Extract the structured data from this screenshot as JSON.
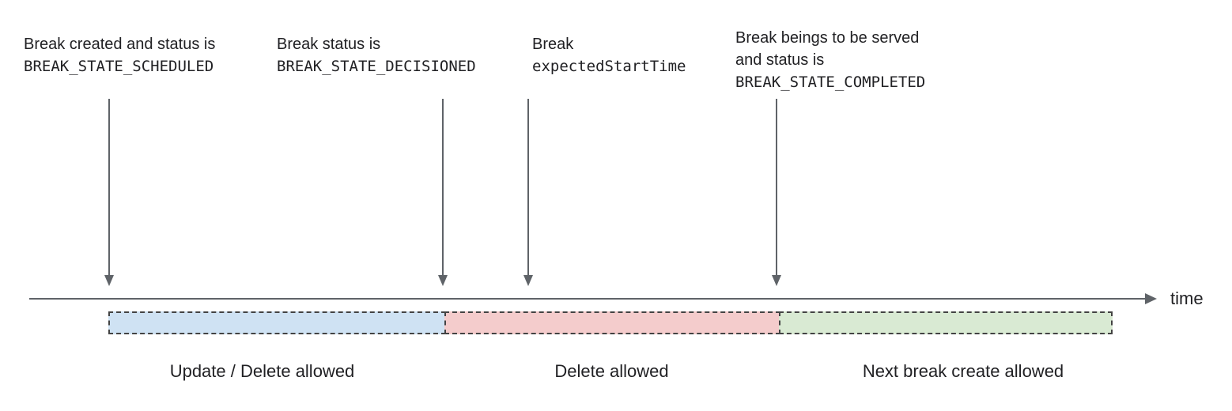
{
  "annotations": [
    {
      "line1": "Break created and status is",
      "code": "BREAK_STATE_SCHEDULED"
    },
    {
      "line1": "Break status is",
      "code": "BREAK_STATE_DECISIONED"
    },
    {
      "line1": "Break",
      "code": "expectedStartTime"
    },
    {
      "line1": "Break beings to be served",
      "line2": "and status is",
      "code": "BREAK_STATE_COMPLETED"
    }
  ],
  "timeline": {
    "axis_label": "time"
  },
  "segments": [
    {
      "label": "Update / Delete allowed",
      "fill": "#cfe2f3"
    },
    {
      "label": "Delete allowed",
      "fill": "#f4cccc"
    },
    {
      "label": "Next break create allowed",
      "fill": "#d9ead3"
    }
  ],
  "colors": {
    "text": "#212124",
    "arrow": "#5f6368",
    "segment_border": "#434343"
  }
}
